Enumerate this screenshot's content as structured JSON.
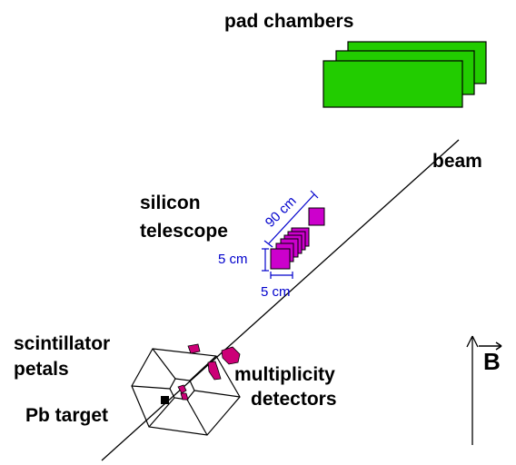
{
  "labels": {
    "pad_chambers": "pad chambers",
    "beam": "beam",
    "silicon_line1": "silicon",
    "silicon_line2": "telescope",
    "scint_line1": "scintillator",
    "scint_line2": "petals",
    "mult_line1": "multiplicity",
    "mult_line2": "detectors",
    "target": "Pb target",
    "field": "B"
  },
  "dimensions": {
    "length": "90 cm",
    "height": "5 cm",
    "width": "5 cm"
  },
  "colors": {
    "pad_chambers": "#22cc00",
    "silicon": "#cc00cc",
    "multiplicity": "#cc0077",
    "dimension_text": "#0000cc",
    "lines": "#000000",
    "target": "#000000"
  },
  "icons": {
    "field_arrow": "up-arrow-icon",
    "vector_arrow": "vector-arrow-icon"
  }
}
